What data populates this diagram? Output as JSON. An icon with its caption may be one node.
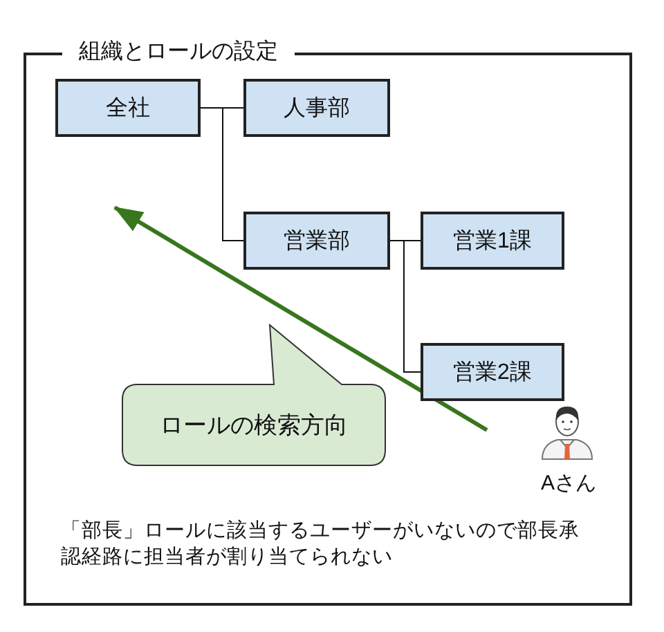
{
  "diagram": {
    "nodes": [
      {
        "text": [
          "組織とロールの設定"
        ]
      },
      {
        "text": [
          "全社"
        ],
        "in": 0
      },
      {
        "text": [
          "人事部"
        ],
        "in": 0
      },
      {
        "text": [
          "営業部"
        ],
        "in": 0
      },
      {
        "text": [
          "営業1課"
        ],
        "in": 0
      },
      {
        "text": [
          "営業2課"
        ],
        "in": 0
      },
      {
        "text": [
          "ロールの検索方向"
        ],
        "in": 0
      }
    ],
    "edges": [
      {
        "from": 1,
        "to": 2,
        "arrow": "none"
      },
      {
        "from": 1,
        "to": 3,
        "arrow": "none"
      },
      {
        "from": 3,
        "to": 4,
        "arrow": "none"
      },
      {
        "from": 3,
        "to": 5,
        "arrow": "none"
      }
    ],
    "labels": [
      "Aさん",
      "「部長」ロールに該当するユーザーがいないので部長承認経路に担当者が割り当てられない"
    ]
  }
}
